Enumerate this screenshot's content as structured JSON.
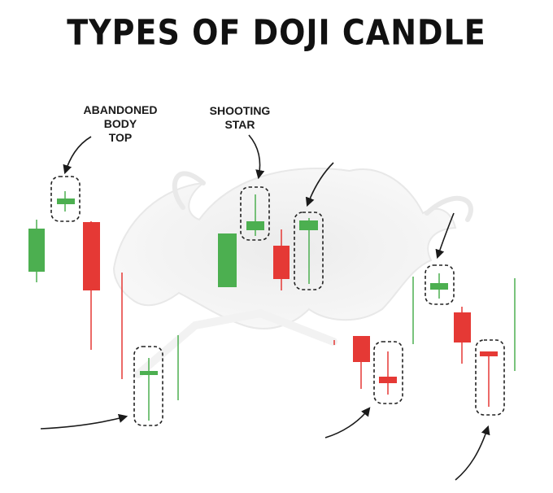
{
  "title": "TYPES OF DOJI CANDLE",
  "labels": {
    "abandoned_body_top": [
      "ABANDONED",
      "BODY",
      "TOP"
    ],
    "shooting_star": [
      "SHOOTING",
      "STAR"
    ]
  },
  "colors": {
    "bullish": "#4caf50",
    "bearish": "#e53935",
    "text": "#111111",
    "watermark": "#ececec"
  },
  "icons": {
    "watermark": "bull-watermark-icon"
  }
}
